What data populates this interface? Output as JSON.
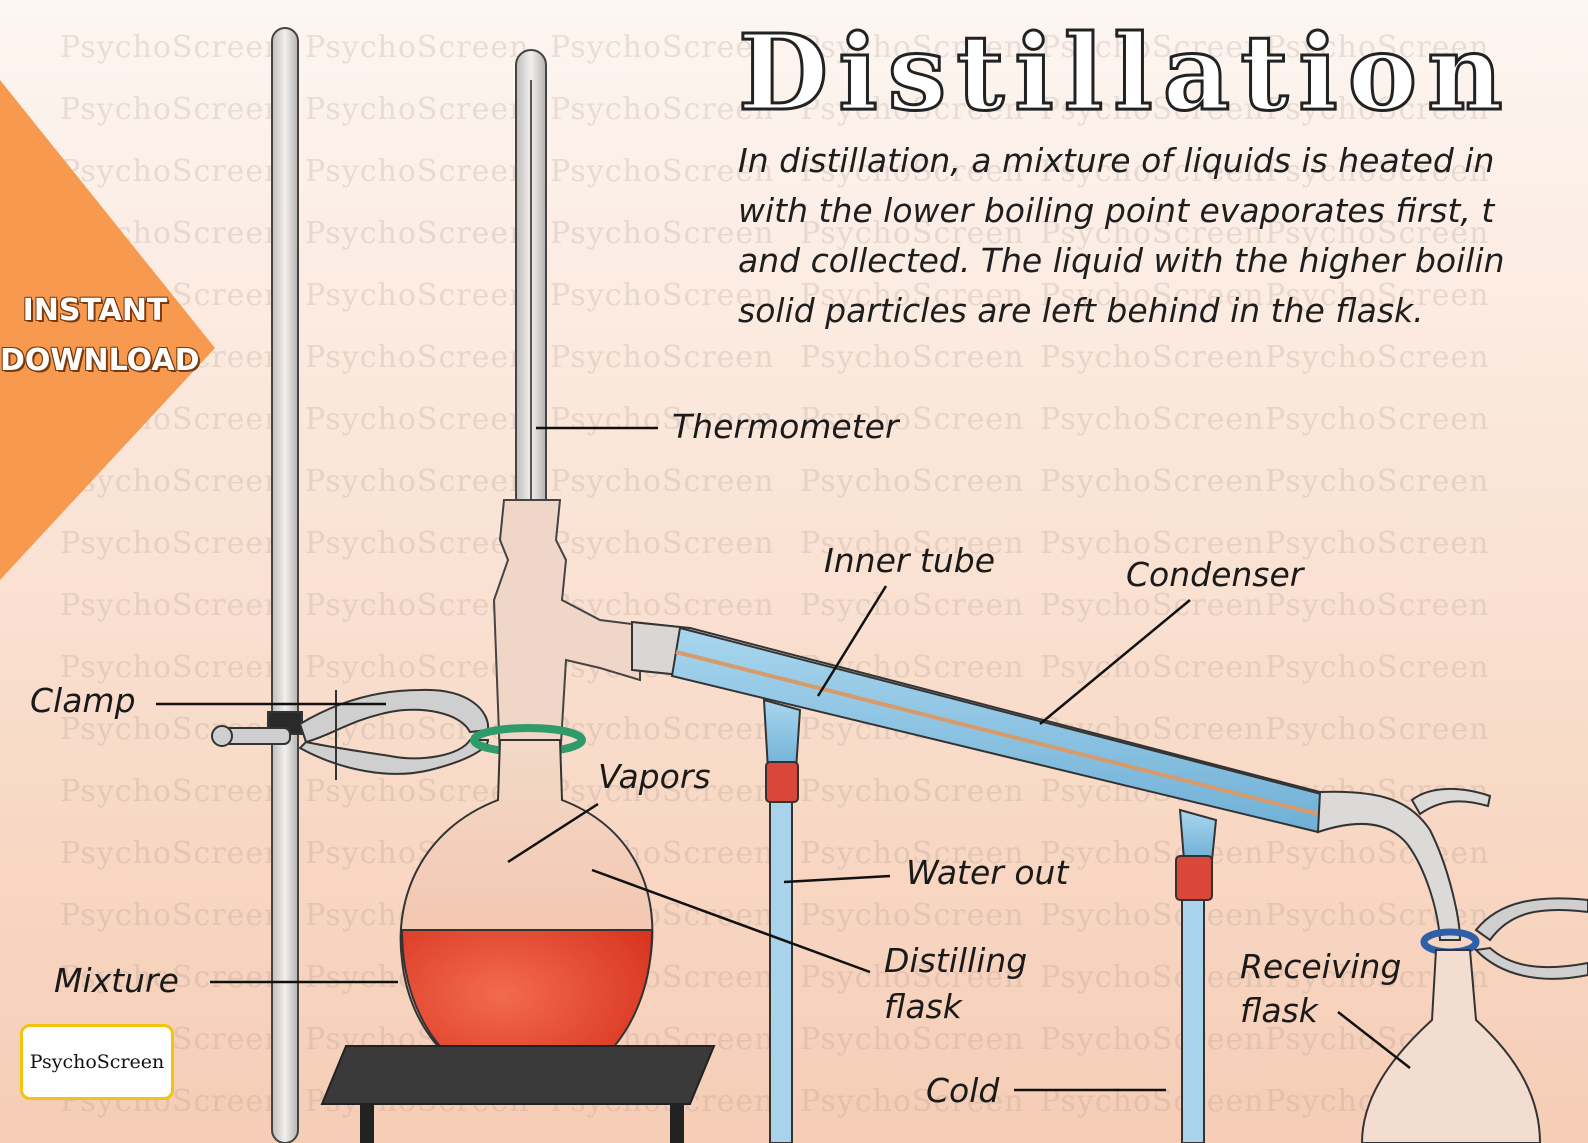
{
  "title": "Distillation",
  "description": [
    "In distillation, a mixture of liquids is heated in",
    "with the lower boiling point evaporates first, t",
    "and collected. The liquid with the higher boilin",
    "solid particles are left behind in the flask."
  ],
  "banner": {
    "line1": "INSTANT",
    "line2": "DOWNLOAD",
    "color": "#f79a4f"
  },
  "logo": {
    "text": "PsychoScreen",
    "border_color": "#f1c40f"
  },
  "watermark": "PsychoScreen",
  "labels": {
    "thermometer": "Thermometer",
    "inner_tube": "Inner tube",
    "condenser": "Condenser",
    "clamp": "Clamp",
    "vapors": "Vapors",
    "water_out": "Water out",
    "distilling_flask_1": "Distilling",
    "distilling_flask_2": "flask",
    "mixture": "Mixture",
    "receiving_flask_1": "Receiving",
    "receiving_flask_2": "flask",
    "cold": "Cold"
  },
  "colors": {
    "mixture": "#e8402e",
    "condenser": "#8ec5e3",
    "glass": "#d9d6d4",
    "clamp_ring": "#2f9a6a",
    "tube_cap": "#d9463a",
    "receiver_ring": "#2f5fa8"
  }
}
